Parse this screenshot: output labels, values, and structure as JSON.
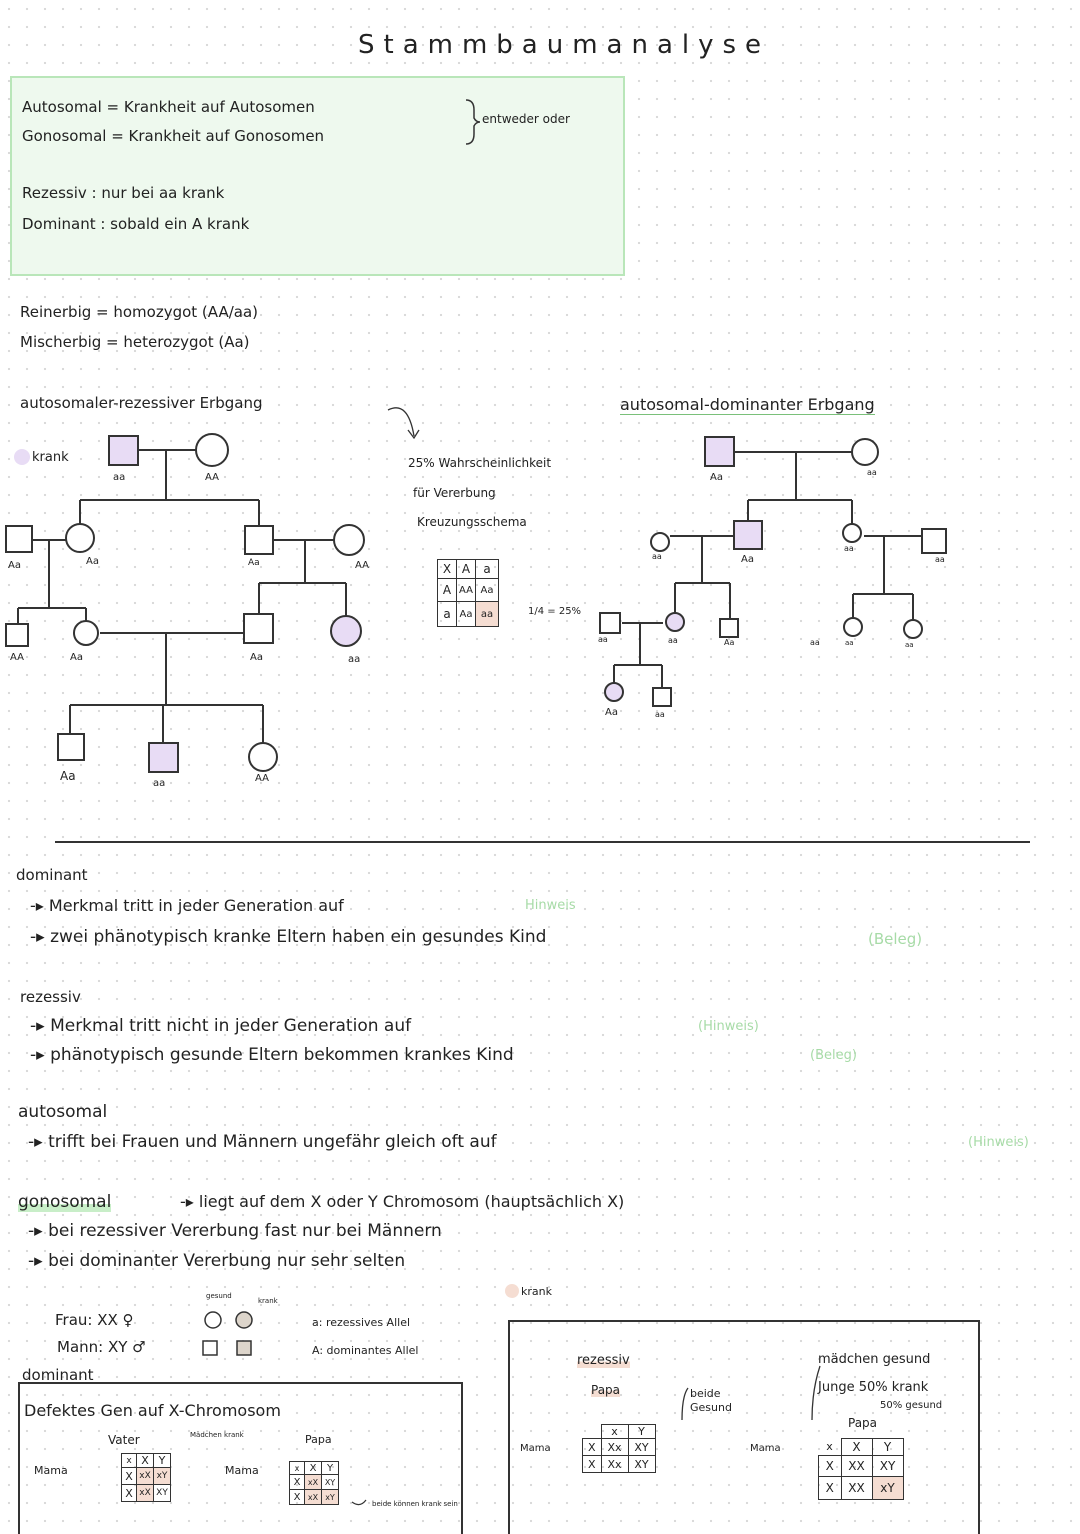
{
  "title": "Stammbaumanalyse",
  "definitions": {
    "autosomal": "Autosomal = Krankheit auf Autosomen",
    "gonosomal": "Gonosomal = Krankheit auf Gonosomen",
    "either_or": "entweder oder",
    "recessive": "Rezessiv : nur bei aa krank",
    "dominant": "Dominant : sobald ein A krank"
  },
  "genotype_terms": {
    "reinerbig": "Reinerbig = homozygot (AA/aa)",
    "mischerbig": "Mischerbig = heterozygot (Aa)"
  },
  "pedigree_recessive": {
    "heading": "autosomaler-rezessiver Erbgang",
    "legend": "krank",
    "labels": [
      "aa",
      "AA",
      "Aa",
      "Aa",
      "Aa",
      "AA",
      "AA",
      "Aa",
      "Aa",
      "aa",
      "Aa",
      "aa",
      "AA"
    ]
  },
  "probability": {
    "line1": "25% Wahrscheinlichkeit",
    "line2": "für Vererbung",
    "line3": "Kreuzungsschema",
    "result": "1/4 = 25%",
    "header": [
      "X",
      "A",
      "a"
    ],
    "row1": [
      "A",
      "AA",
      "Aa"
    ],
    "row2": [
      "a",
      "Aa",
      "aa"
    ]
  },
  "pedigree_dominant": {
    "heading": "autosomal-dominanter Erbgang",
    "labels": [
      "Aa",
      "aa",
      "aa",
      "Aa",
      "aa",
      "aa",
      "aa",
      "aa",
      "Aa",
      "aa",
      "aa",
      "aa",
      "Aa",
      "aa"
    ]
  },
  "notes": {
    "dominant_title": "dominant",
    "dominant_1": "-▸ Merkmal tritt in jeder Generation auf",
    "dominant_1_hint": "Hinweis",
    "dominant_2": "-▸ zwei phänotypisch kranke Eltern haben ein gesundes Kind",
    "dominant_2_hint": "(Beleg)",
    "recessive_title": "rezessiv",
    "recessive_1": "-▸ Merkmal tritt nicht in jeder Generation auf",
    "recessive_1_hint": "(Hinweis)",
    "recessive_2": "-▸ phänotypisch gesunde Eltern bekommen krankes Kind",
    "recessive_2_hint": "(Beleg)",
    "autosomal_title": "autosomal",
    "autosomal_1": "-▸ trifft bei Frauen und Männern ungefähr gleich oft auf",
    "autosomal_1_hint": "(Hinweis)",
    "gonosomal_title": "gonosomal",
    "gonosomal_0": "-▸ liegt auf dem X oder Y Chromosom (hauptsächlich X)",
    "gonosomal_1": "-▸ bei rezessiver Vererbung fast nur bei Männern",
    "gonosomal_2": "-▸ bei dominanter Vererbung nur sehr selten"
  },
  "symbols": {
    "frau": "Frau: XX ♀",
    "mann": "Mann: XY ♂",
    "gesund": "gesund",
    "krank": "krank",
    "allele_rec": "a: rezessives Allel",
    "allele_dom": "A: dominantes Allel",
    "krank_legend": "krank"
  },
  "box_dominant": {
    "label": "dominant",
    "heading": "Defektes Gen auf X-Chromosom",
    "vater": "Vater",
    "maedchen": "Mädchen krank",
    "mama1": "Mama",
    "mama2": "Mama",
    "papa": "Papa",
    "beide": "beide können krank sein",
    "grid1": [
      [
        "x",
        "X",
        "Y"
      ],
      [
        "X",
        "xX",
        "xY"
      ],
      [
        "X",
        "xX",
        "XY"
      ]
    ],
    "grid2": [
      [
        "x",
        "X",
        "Y"
      ],
      [
        "X",
        "xX",
        "XY"
      ],
      [
        "X",
        "xX",
        "xY"
      ]
    ]
  },
  "box_recessive": {
    "label": "rezessiv",
    "papa1": "Papa",
    "beide": "beide Gesund",
    "mama1": "Mama",
    "grid1": [
      [
        "",
        "x",
        "Y"
      ],
      [
        "X",
        "Xx",
        "XY"
      ],
      [
        "X",
        "Xx",
        "XY"
      ]
    ],
    "maedchen": "mädchen gesund",
    "junge": "Junge 50% krank",
    "junge2": "50% gesund",
    "papa2": "Papa",
    "mama2": "Mama",
    "grid2": [
      [
        "x",
        "X",
        "Y"
      ],
      [
        "X",
        "XX",
        "XY"
      ],
      [
        "X",
        "XX",
        "xY"
      ]
    ]
  }
}
